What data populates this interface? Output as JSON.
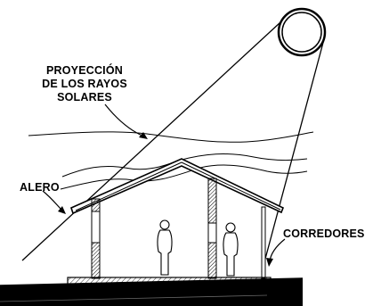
{
  "labels": {
    "projection_line1": "PROYECCIÓN",
    "projection_line2": "DE LOS RAYOS",
    "projection_line3": "SOLARES",
    "eave": "ALERO",
    "corridors": "CORREDORES"
  },
  "colors": {
    "ink": "#000000",
    "background": "#ffffff",
    "ground_hatch": "#000000"
  }
}
